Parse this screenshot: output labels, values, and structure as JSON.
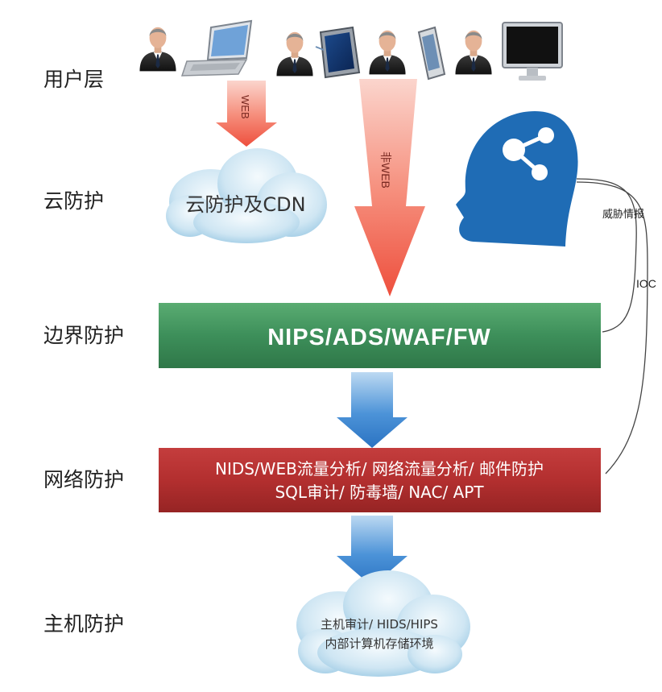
{
  "layers": [
    {
      "label": "用户层"
    },
    {
      "label": "云防护"
    },
    {
      "label": "边界防护"
    },
    {
      "label": "网络防护"
    },
    {
      "label": "主机防护"
    }
  ],
  "arrows": {
    "web": "WEB",
    "non_web": "非WEB"
  },
  "cloud_top": {
    "text": "云防护及CDN"
  },
  "border_bar": {
    "text": "NIPS/ADS/WAF/FW",
    "color": "#3d8f5a"
  },
  "network_bar": {
    "line1": "NIDS/WEB流量分析/ 网络流量分析/ 邮件防护",
    "line2": "SQL审计/ 防毒墙/ NAC/ APT",
    "color": "#b32f2f"
  },
  "host_cloud": {
    "line1": "主机审计/ HIDS/HIPS",
    "line2": "内部计算机存储环境"
  },
  "intel": {
    "threat_label": "威胁情报",
    "ioc_label": "IOC",
    "head_color": "#1f6cb5"
  },
  "devices": [
    {
      "icon": "laptop-icon"
    },
    {
      "icon": "tablet-icon"
    },
    {
      "icon": "phone-icon"
    },
    {
      "icon": "desktop-monitor-icon"
    }
  ]
}
